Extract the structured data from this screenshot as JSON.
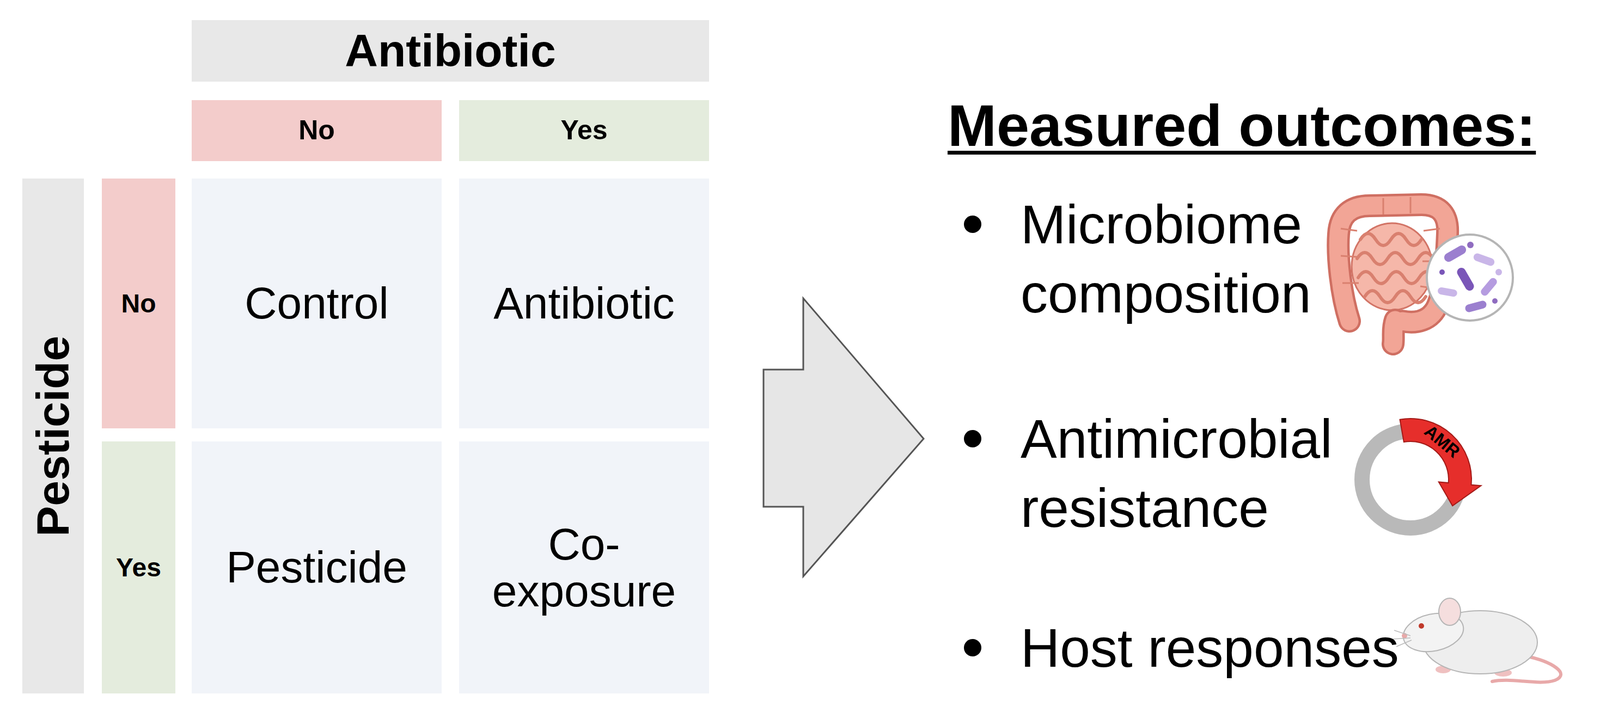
{
  "diagram": {
    "nodes": [
      {
        "text": [
          "Antibiotic"
        ]
      },
      {
        "text": [
          "No"
        ]
      },
      {
        "text": [
          "Yes"
        ]
      },
      {
        "text": [
          "Pesticide"
        ]
      },
      {
        "text": [
          "No"
        ]
      },
      {
        "text": [
          "Control"
        ]
      },
      {
        "text": [
          "Antibiotic"
        ]
      },
      {
        "text": [
          "Yes"
        ]
      },
      {
        "text": [
          "Pesticide"
        ]
      },
      {
        "text": [
          "Co- exposure"
        ]
      },
      {
        "text": [
          "AMR"
        ]
      }
    ],
    "labels": [
      "Measured outcomes:",
      "Microbiome composition",
      "Antimicrobial resistance",
      "Host responses"
    ]
  }
}
